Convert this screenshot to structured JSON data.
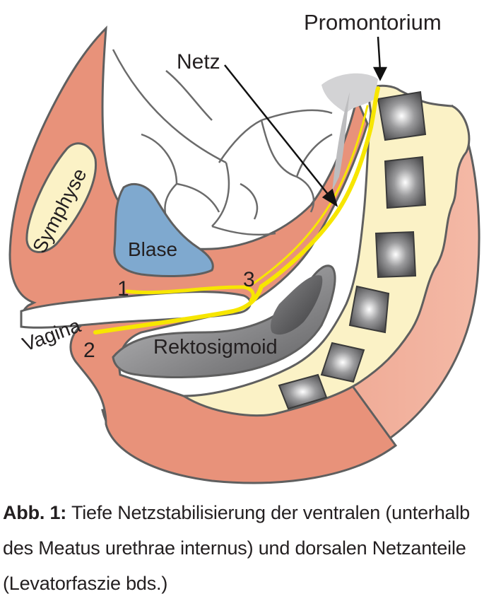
{
  "labels": {
    "promontorium": "Promontorium",
    "netz": "Netz",
    "symphyse": "Symphyse",
    "blase": "Blase",
    "vagina": "Vagina",
    "rektosigmoid": "Rektosigmoid",
    "num1": "1",
    "num2": "2",
    "num3": "3"
  },
  "caption": {
    "bold": "Abb. 1:",
    "text": "Tiefe Netzstabilisierung der ventralen (unterhalb des Meatus urethrae internus) und dorsalen Netzanteile (Levatorfaszie bds.)"
  },
  "colors": {
    "tissue": "#e8927a",
    "tissue_light": "#f2b29e",
    "bone": "#fbf2c6",
    "bladder": "#7fa9cf",
    "mesh": "#f7e600",
    "vertebra": "#6e6e70",
    "rectum": "#8f8f92",
    "outline": "#666666"
  }
}
